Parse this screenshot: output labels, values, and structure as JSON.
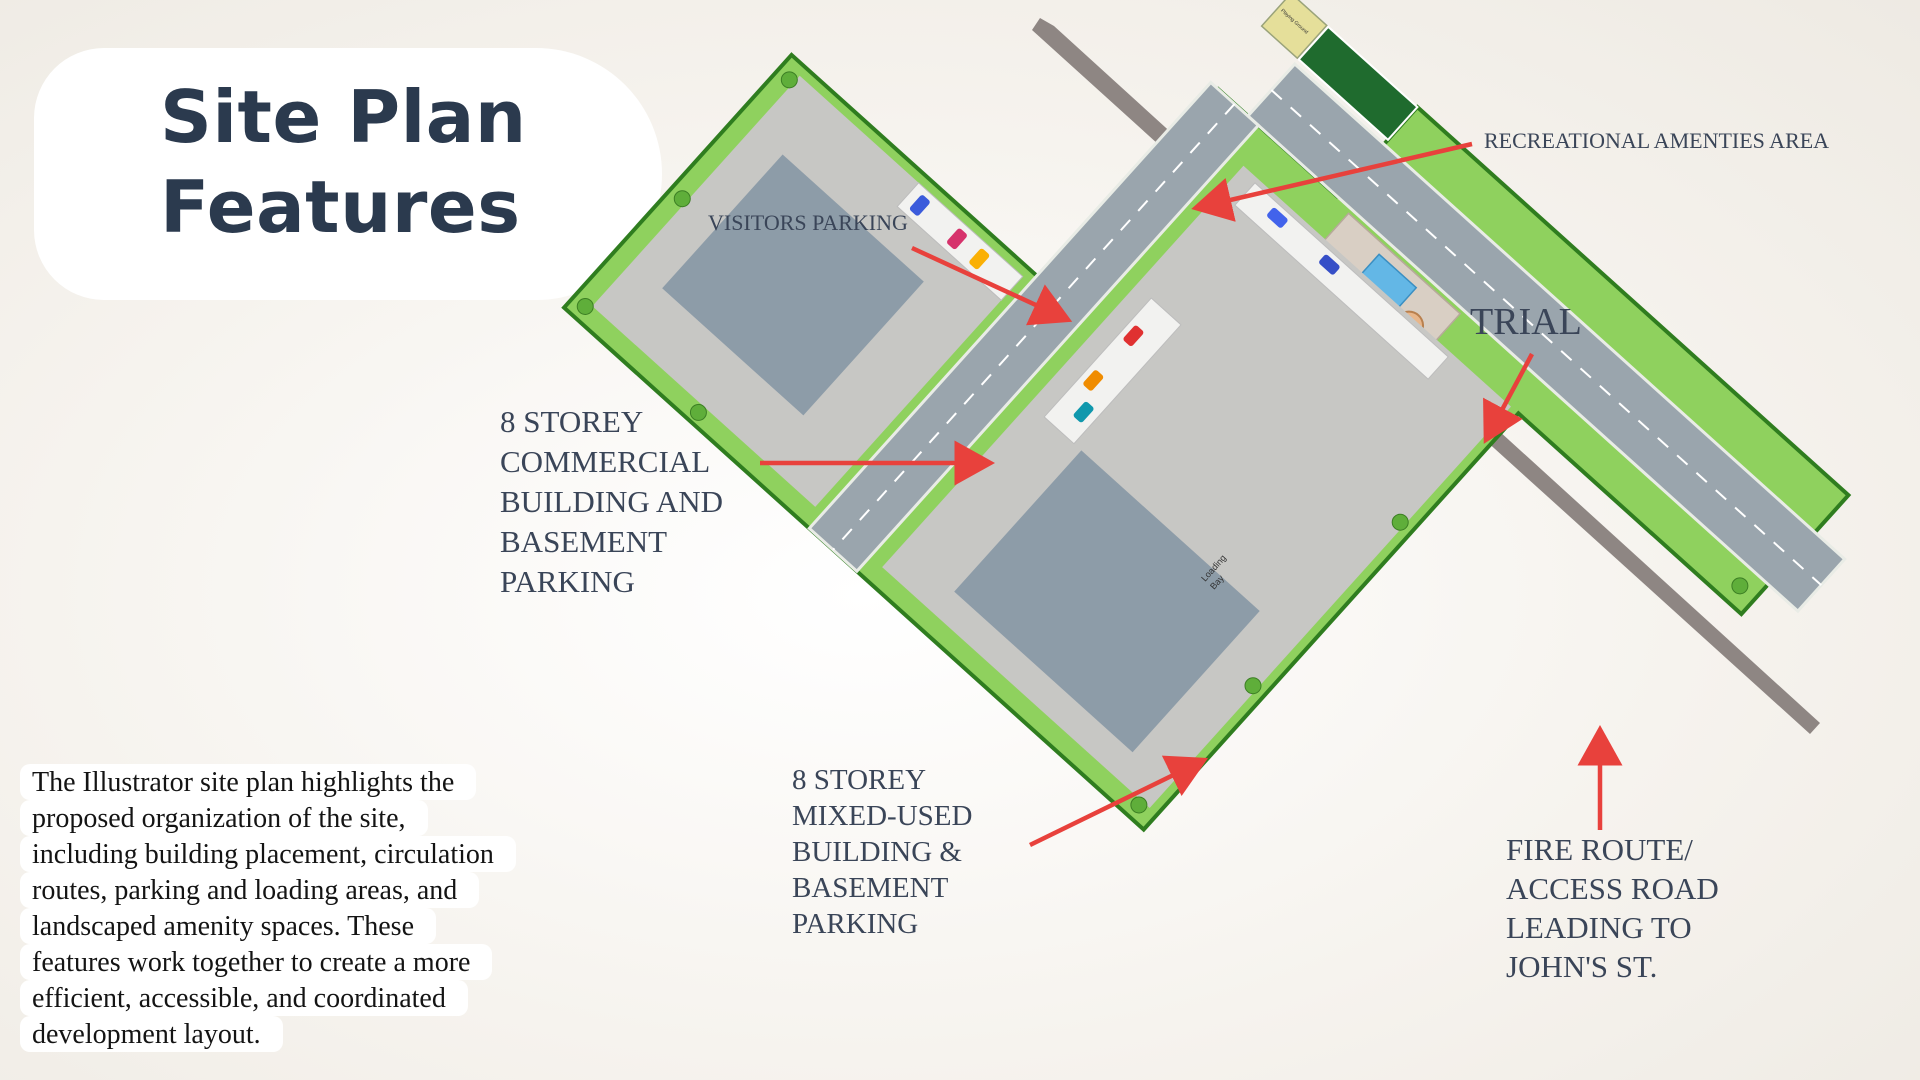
{
  "title": {
    "line1": "Site Plan",
    "line2": "Features"
  },
  "description": {
    "lines": [
      "The Illustrator site plan highlights the",
      "proposed organization of the site,",
      "including building placement, circulation",
      "routes, parking and loading areas, and",
      "landscaped amenity spaces. These",
      "features work together to create a more",
      "efficient, accessible, and coordinated",
      "development layout."
    ]
  },
  "labels": {
    "recreational": "RECREATIONAL AMENTIES AREA",
    "visitors_parking": "VISITORS PARKING",
    "trial": "TRIAL",
    "commercial": [
      "8 STOREY",
      "COMMERCIAL",
      "BUILDING AND",
      "BASEMENT",
      "PARKING"
    ],
    "mixed_use": [
      "8 STOREY",
      "MIXED-USED",
      "BUILDING &",
      "BASEMENT",
      "PARKING"
    ],
    "fire_route": [
      "FIRE ROUTE/",
      "ACCESS ROAD",
      "LEADING TO",
      "JOHN'S ST."
    ]
  },
  "plan_text": {
    "loading_bay": [
      "Loading",
      "Bay"
    ],
    "playing_ground": "Playing Ground"
  },
  "colors": {
    "arrow": "#e8413c",
    "label_text": "#3a4558",
    "title_text": "#2b3a4e",
    "lawn": "#8fd15e",
    "lawn_border": "#2f7d1f",
    "paving": "#c7c7c4",
    "building": "#8d9ca8",
    "road": "#9aa5ad",
    "sports_field": "#1f6b2e",
    "boundary_strip": "#8e8683",
    "pool": "#63b7e6"
  }
}
